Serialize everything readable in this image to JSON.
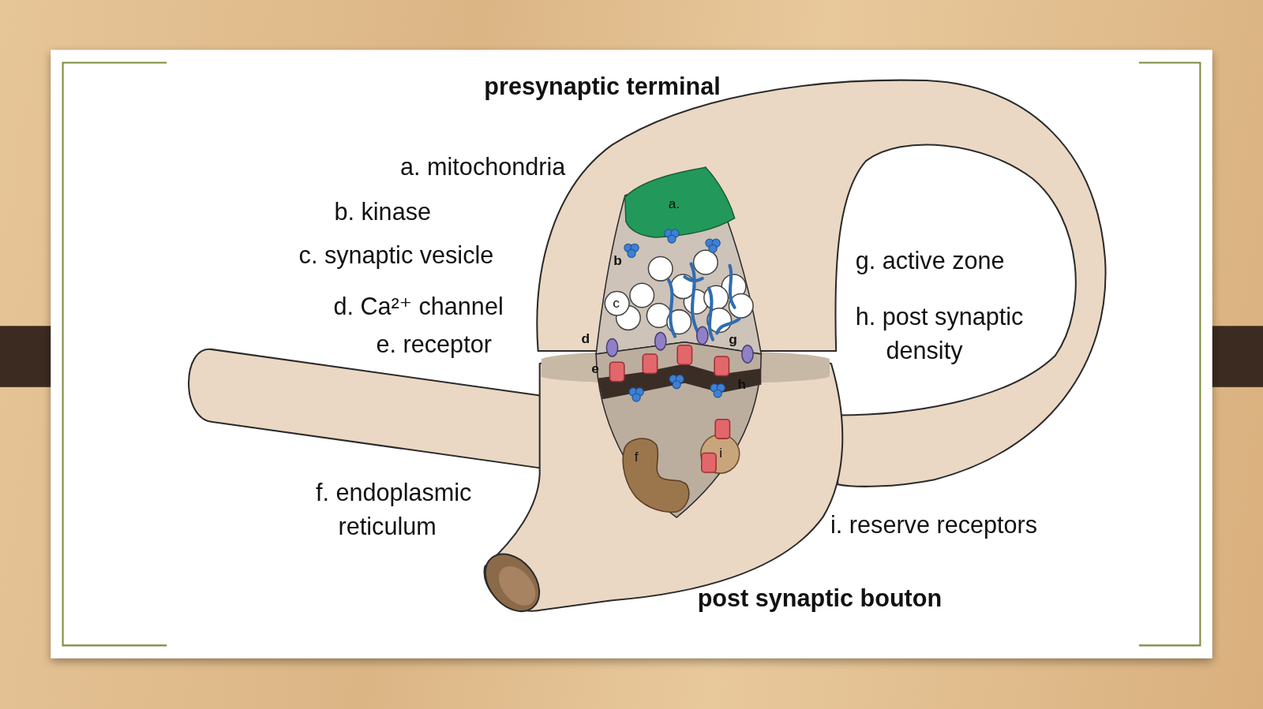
{
  "diagram": {
    "nodes": [
      {
        "text": [
          "a."
        ]
      },
      {
        "text": [
          "c"
        ]
      },
      {
        "text": [
          "f"
        ]
      },
      {
        "text": [
          "i"
        ]
      }
    ],
    "labels": [
      "presynaptic terminal",
      "a. mitochondria",
      "b. kinase",
      "c. synaptic vesicle",
      "d. Ca²⁺ channel",
      "e. receptor",
      "b",
      "d",
      "e",
      "g",
      "h",
      "f. endoplasmic reticulum",
      "g. active zone",
      "h. post synaptic density",
      "i. reserve receptors",
      "post synaptic bouton"
    ]
  }
}
